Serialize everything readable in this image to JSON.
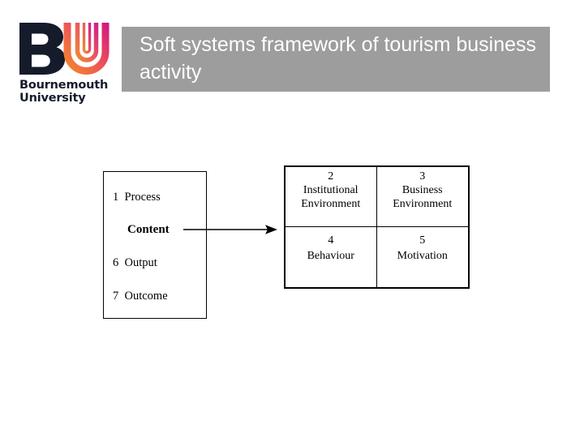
{
  "slide": {
    "background_color": "#ffffff",
    "title": "Soft systems framework of tourism business activity",
    "title_bar_color": "#9d9d9d",
    "title_text_color": "#ffffff"
  },
  "logo": {
    "name": "bournemouth-university-logo",
    "letters": "BU",
    "wordmark_line1": "Bournemouth",
    "wordmark_line2": "University",
    "dark_color": "#151b2b",
    "gradient_start": "#f4872a",
    "gradient_end": "#d6197d"
  },
  "diagram": {
    "left_box": {
      "items": [
        {
          "number": "1",
          "label": "Process",
          "bold": false
        },
        {
          "number": "",
          "label": "Content",
          "bold": true
        },
        {
          "number": "6",
          "label": "Output",
          "bold": false
        },
        {
          "number": "7",
          "label": "Outcome",
          "bold": false
        }
      ]
    },
    "connector": {
      "name": "content-to-environment-arrow",
      "direction": "right"
    },
    "right_box": {
      "quadrants": [
        {
          "number": "2",
          "label": "Institutional\nEnvironment"
        },
        {
          "number": "3",
          "label": "Business\nEnvironment"
        },
        {
          "number": "4",
          "label": "Behaviour"
        },
        {
          "number": "5",
          "label": "Motivation"
        }
      ]
    }
  }
}
